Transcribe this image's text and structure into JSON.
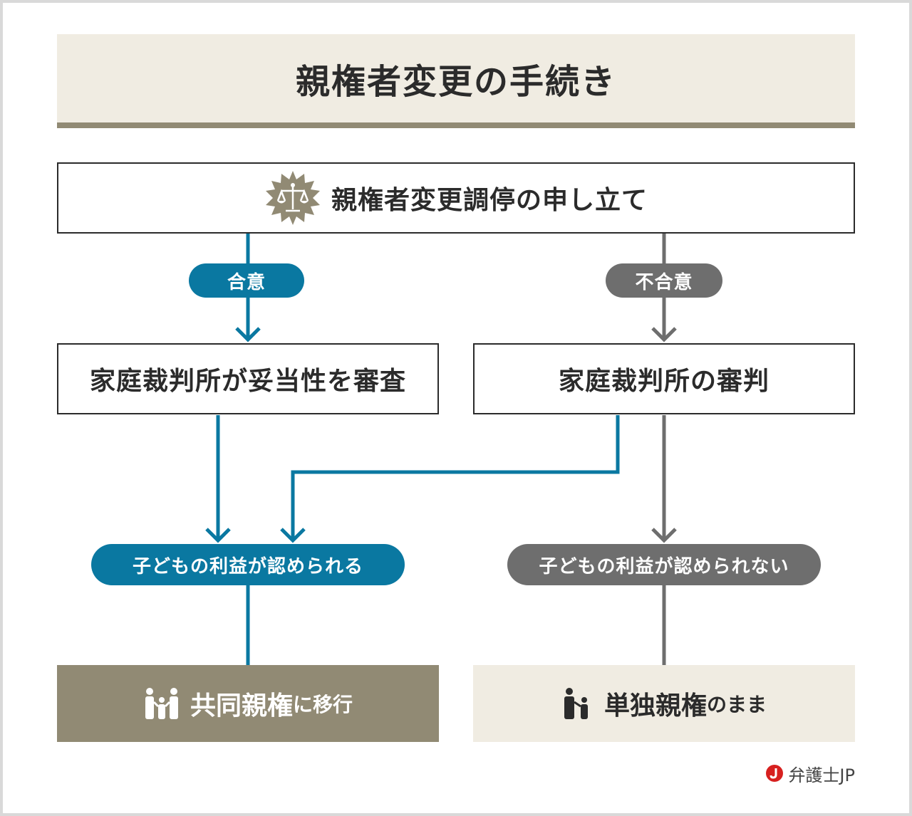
{
  "title": "親権者変更の手続き",
  "start": {
    "label": "親権者変更調停の申し立て",
    "icon": "scales-badge-icon"
  },
  "branches": {
    "agree": {
      "label": "合意"
    },
    "disagree": {
      "label": "不合意"
    }
  },
  "left_box": {
    "label": "家庭裁判所が妥当性を審査"
  },
  "right_box": {
    "label": "家庭裁判所の審判"
  },
  "outcomes": {
    "recognized": {
      "label": "子どもの利益が認められる"
    },
    "not_recognized": {
      "label": "子どもの利益が認められない"
    }
  },
  "results": {
    "joint": {
      "main": "共同親権",
      "suffix": "に移行",
      "icon": "family-icon"
    },
    "sole": {
      "main": "単独親権",
      "suffix": "のまま",
      "icon": "parent-child-icon"
    }
  },
  "brand": {
    "text": "弁護士JP",
    "icon": "bengoshi-jp-logo-icon"
  },
  "colors": {
    "blue": "#0a78a1",
    "grey": "#6e6e6e",
    "taupe": "#918a74",
    "beige": "#f0ece2"
  }
}
